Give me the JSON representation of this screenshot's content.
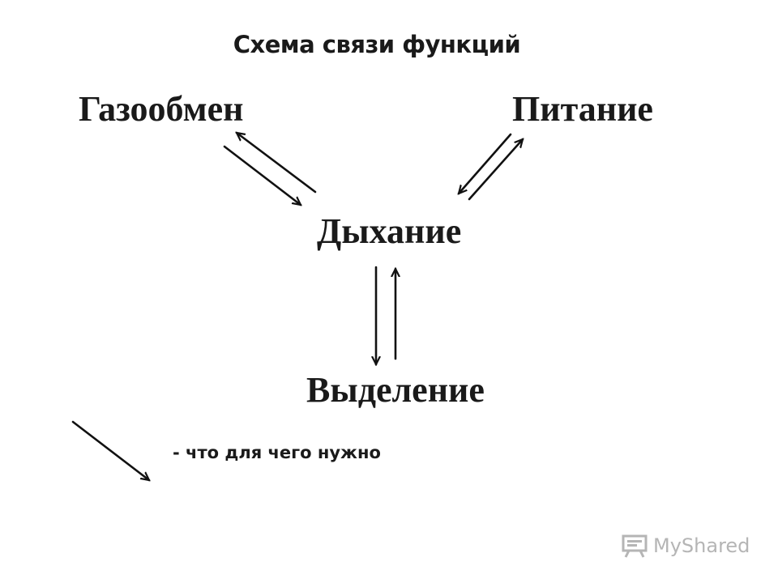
{
  "title": "Схема связи функций",
  "nodes": {
    "gas_exchange": "Газообмен",
    "nutrition": "Питание",
    "respiration": "Дыхание",
    "excretion": "Выделение"
  },
  "legend": {
    "text": "- что для чего нужно"
  },
  "watermark": {
    "text": "MyShared",
    "icon": "presentation-board-icon"
  },
  "edges": [
    {
      "from": "Газообмен",
      "to": "Дыхание"
    },
    {
      "from": "Дыхание",
      "to": "Газообмен"
    },
    {
      "from": "Питание",
      "to": "Дыхание"
    },
    {
      "from": "Дыхание",
      "to": "Питание"
    },
    {
      "from": "Дыхание",
      "to": "Выделение"
    },
    {
      "from": "Выделение",
      "to": "Дыхание"
    }
  ]
}
